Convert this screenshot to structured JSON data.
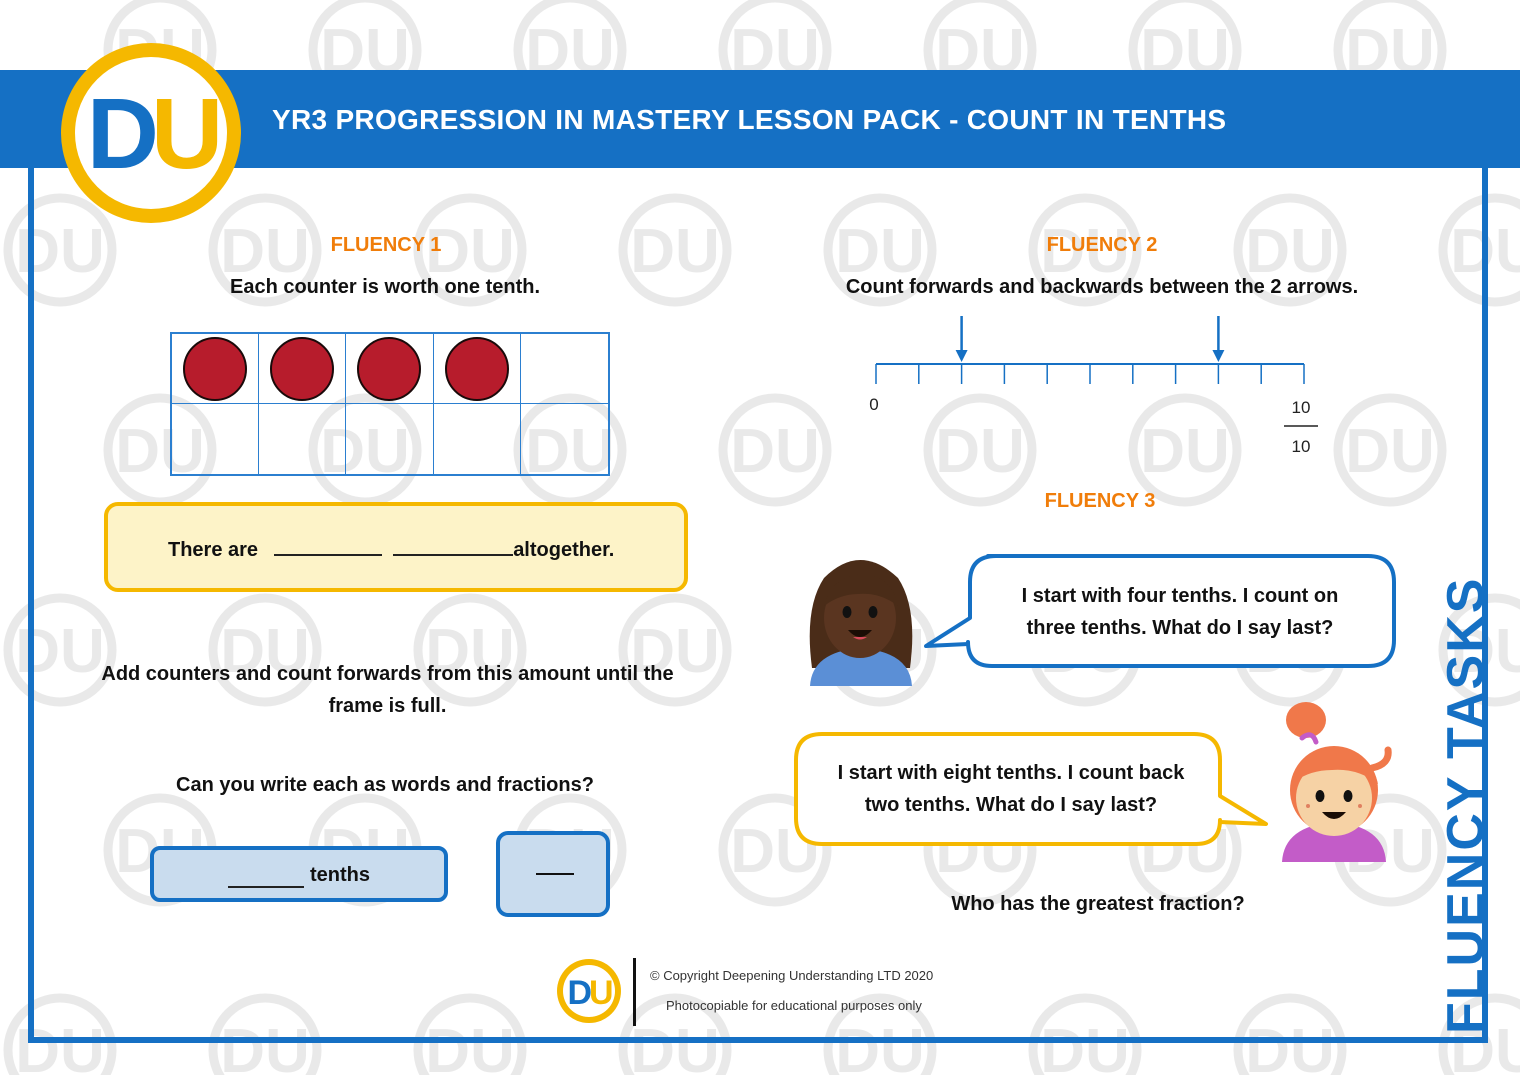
{
  "header": {
    "title": "YR3 PROGRESSION IN MASTERY LESSON PACK - COUNT IN TENTHS",
    "logo_text": "DU"
  },
  "side_label": "FLUENCY TASKS",
  "fluency1": {
    "heading": "FLUENCY 1",
    "instruction": "Each counter is worth one tenth.",
    "ten_frame": {
      "cells": 10,
      "counters": 4
    },
    "answer_prefix": "There are",
    "answer_suffix": "altogether.",
    "task_line1": "Add counters and count forwards from this amount until the",
    "task_line2": "frame is full.",
    "question": "Can you write each as words and fractions?",
    "words_label": "tenths"
  },
  "fluency2": {
    "heading": "FLUENCY 2",
    "instruction": "Count forwards and backwards between the 2 arrows.",
    "number_line": {
      "start_label": "0",
      "end_numerator": "10",
      "end_denominator": "10",
      "divisions": 10,
      "arrows_at": [
        2,
        8
      ]
    }
  },
  "fluency3": {
    "heading": "FLUENCY 3",
    "speech1_line1": "I start with four tenths. I count on",
    "speech1_line2": "three tenths. What do I say last?",
    "speech2_line1": "I start with eight tenths. I count back",
    "speech2_line2": "two tenths. What do I say last?",
    "question": "Who has the greatest fraction?"
  },
  "footer": {
    "logo_text": "DU",
    "copyright": "© Copyright Deepening Understanding LTD 2020",
    "note": "Photocopiable for educational purposes only"
  },
  "colors": {
    "brand_blue": "#1570c4",
    "brand_yellow": "#f5b800",
    "heading_orange": "#f07d0a",
    "counter_red": "#b71c2c"
  }
}
